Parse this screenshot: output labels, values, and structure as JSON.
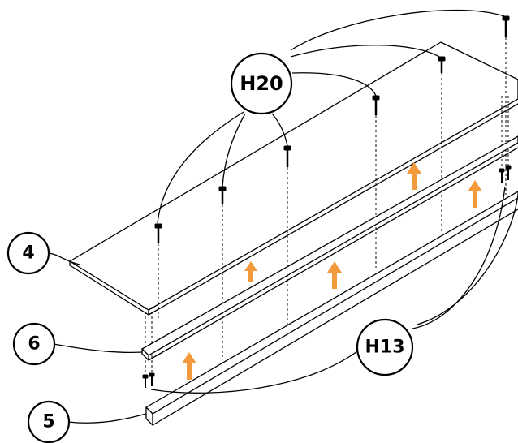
{
  "callouts": {
    "h20": "H20",
    "h13": "H13",
    "part_4": "4",
    "part_5": "5",
    "part_6": "6"
  },
  "colors": {
    "line": "#000000",
    "arrow": "#f39a3c",
    "background": "#ffffff"
  },
  "icons": {
    "screw": "screw-icon",
    "arrow": "up-arrow-icon"
  }
}
